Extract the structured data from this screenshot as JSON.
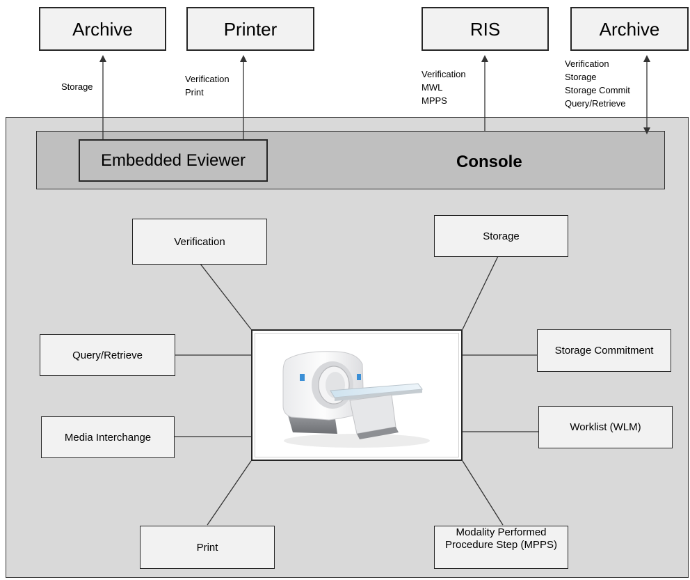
{
  "external": {
    "archive_left": "Archive",
    "printer": "Printer",
    "ris": "RIS",
    "archive_right": "Archive"
  },
  "notes": {
    "archive_left": "Storage",
    "printer": "Verification\nPrint",
    "ris": "Verification\nMWL\nMPPS",
    "archive_right": "Verification\nStorage\nStorage Commit\nQuery/Retrieve"
  },
  "console": {
    "eviewer": "Embedded Eviewer",
    "label": "Console"
  },
  "services": {
    "verification": "Verification",
    "storage": "Storage",
    "query_retrieve": "Query/Retrieve",
    "storage_commitment": "Storage Commitment",
    "media_interchange": "Media Interchange",
    "worklist": "Worklist (WLM)",
    "print": "Print",
    "mpps": "Modality Performed Procedure Step (MPPS)"
  },
  "icons": {
    "center": "ct-scanner-icon"
  }
}
